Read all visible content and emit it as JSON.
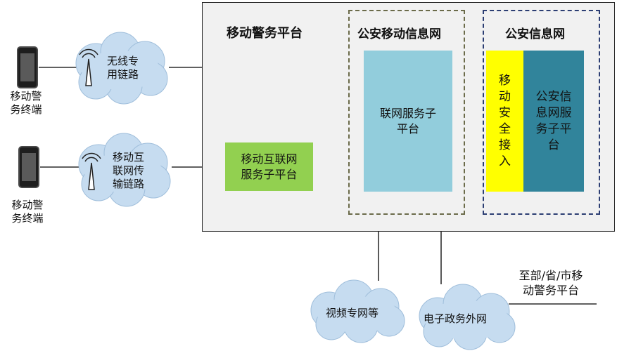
{
  "platform_title": "移动警务平台",
  "mobile_info_net": {
    "title": "公安移动信息网"
  },
  "public_security_net": {
    "title": "公安信息网"
  },
  "boxes": {
    "interconnect_service": "联网服务子\n平台",
    "mobile_internet_service": "移动互联网\n服务子平台",
    "mobile_secure_access": "移\n动\n安\n全\n接\n入",
    "ps_info_net_service": "公安信\n息网服\n务子平\n台"
  },
  "clouds": {
    "wireless_link": "无线专\n用链路",
    "mobile_internet_link": "移动互\n联网传\n输链路",
    "video_private_net": "视频专网等",
    "egov_external_net": "电子政务外网"
  },
  "terminals": [
    "移动警\n务终端",
    "移动警\n务终端"
  ],
  "uplink_label": "至部/省/市移\n动警务平台",
  "colors": {
    "platform_bg": "#f1f1f1",
    "mobile_net_border": "#6b6b4a",
    "ps_net_border": "#2c3e73",
    "interconnect_box": "#92cddc",
    "mobile_internet_box": "#92d050",
    "secure_access_box": "#ffff00",
    "ps_service_box": "#31849b",
    "cloud_fill": "#c6dcf0"
  }
}
